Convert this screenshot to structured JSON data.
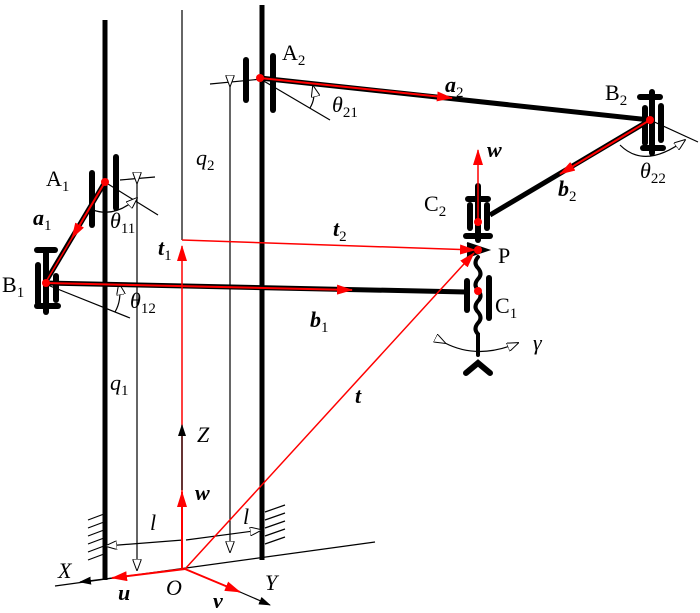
{
  "labels": {
    "A1": {
      "base": "A",
      "sub": "1"
    },
    "A2": {
      "base": "A",
      "sub": "2"
    },
    "B1": {
      "base": "B",
      "sub": "1"
    },
    "B2": {
      "base": "B",
      "sub": "2"
    },
    "C1": {
      "base": "C",
      "sub": "1"
    },
    "C2": {
      "base": "C",
      "sub": "2"
    },
    "P": "P",
    "a1": {
      "base": "a",
      "sub": "1"
    },
    "a2": {
      "base": "a",
      "sub": "2"
    },
    "b1": {
      "base": "b",
      "sub": "1"
    },
    "b2": {
      "base": "b",
      "sub": "2"
    },
    "t1": {
      "base": "t",
      "sub": "1"
    },
    "t2": {
      "base": "t",
      "sub": "2"
    },
    "t": "t",
    "q1": {
      "base": "q",
      "sub": "1"
    },
    "q2": {
      "base": "q",
      "sub": "2"
    },
    "theta11": {
      "base": "θ",
      "sub": "11"
    },
    "theta12": {
      "base": "θ",
      "sub": "12"
    },
    "theta21": {
      "base": "θ",
      "sub": "21"
    },
    "theta22": {
      "base": "θ",
      "sub": "22"
    },
    "gamma": "γ",
    "l_left": "l",
    "l_right": "l",
    "X": "X",
    "Y": "Y",
    "Z": "Z",
    "O": "O",
    "u": "u",
    "v": "v",
    "w_base": "w",
    "w_top": "w"
  },
  "colors": {
    "vector": "#ff0000",
    "structure": "#000000"
  }
}
